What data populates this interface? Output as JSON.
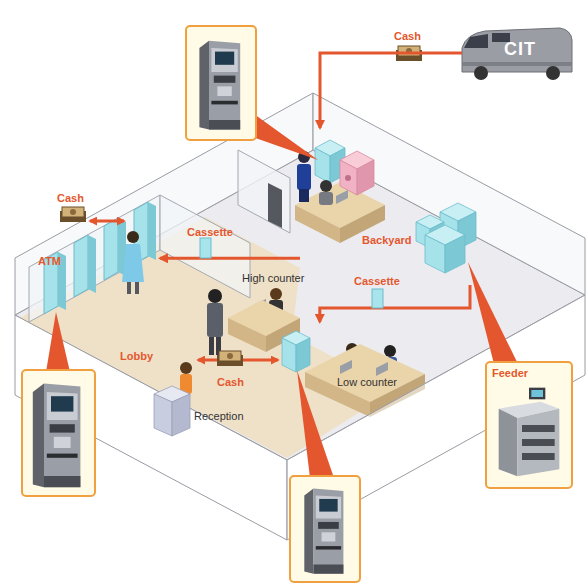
{
  "diagram": {
    "nodes": [
      {
        "text": [
          "CIT"
        ]
      },
      {
        "text": [
          "Backyard"
        ]
      },
      {
        "text": [
          "ATM"
        ]
      },
      {
        "text": [
          "High counter"
        ]
      },
      {
        "text": [
          "Low counter"
        ]
      },
      {
        "text": [
          "Lobby"
        ]
      },
      {
        "text": [
          "Reception"
        ],
        "in": 5
      },
      {
        "text": [
          "Feeder"
        ]
      }
    ],
    "edges": [
      {
        "from": 0,
        "to": 1,
        "label": "Cash",
        "arrow": "to"
      },
      {
        "from": 1,
        "to": 2,
        "label": "Cassette",
        "arrow": "to"
      },
      {
        "from": 1,
        "to": 4,
        "label": "Cassette",
        "arrow": "to"
      }
    ],
    "labels": [
      "Cash",
      "Cash"
    ]
  }
}
